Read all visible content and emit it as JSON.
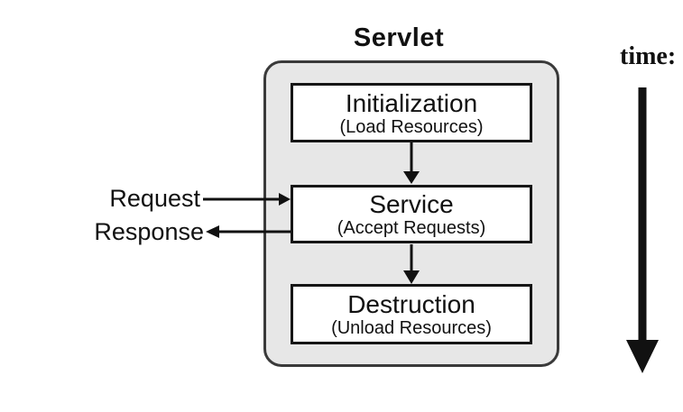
{
  "title": "Servlet",
  "stages": [
    {
      "title": "Initialization",
      "subtitle": "(Load Resources)"
    },
    {
      "title": "Service",
      "subtitle": "(Accept Requests)"
    },
    {
      "title": "Destruction",
      "subtitle": "(Unload Resources)"
    }
  ],
  "labels": {
    "request": "Request",
    "response": "Response",
    "time": "time:"
  },
  "icons": {
    "init_to_service": "arrow-down",
    "service_to_destruction": "arrow-down",
    "request": "arrow-right",
    "response": "arrow-left",
    "time": "arrow-down-long"
  },
  "colors": {
    "background": "#ffffff",
    "container_fill": "#e7e7e7",
    "container_border": "#3a3a3a",
    "box_fill": "#ffffff",
    "box_border": "#161616",
    "text": "#111111",
    "arrow": "#111111"
  }
}
